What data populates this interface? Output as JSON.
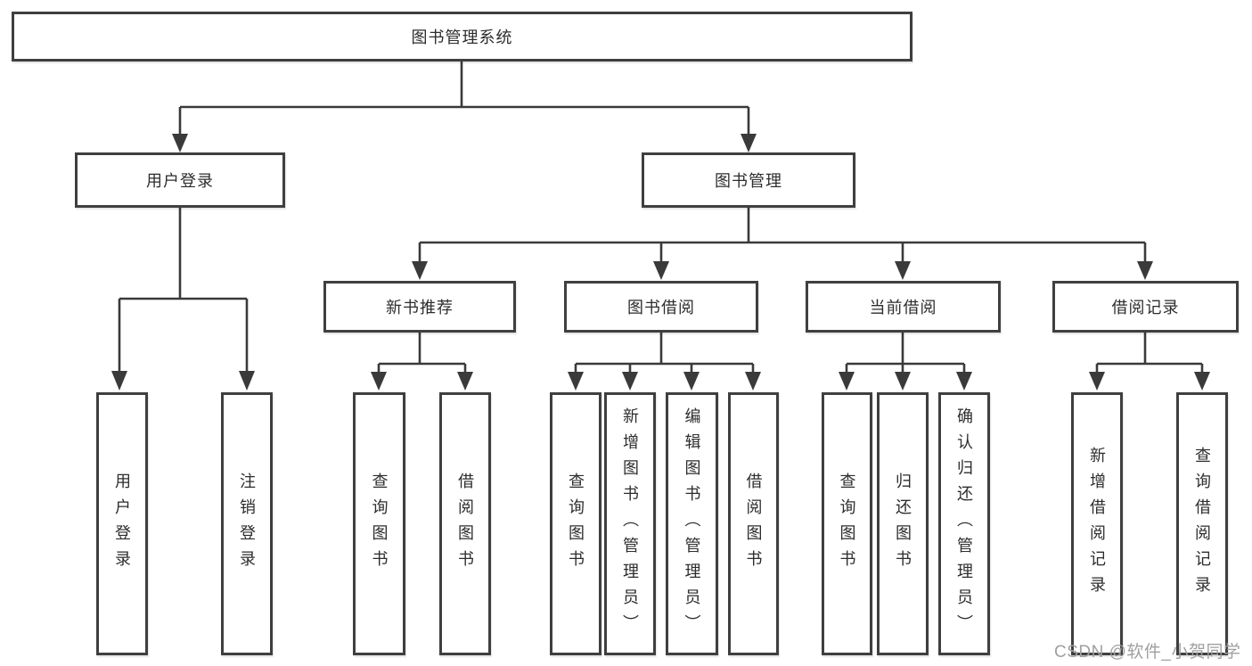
{
  "title": "图书管理系统",
  "nodes": {
    "root": "图书管理系统",
    "l2": [
      "用户登录",
      "图书管理"
    ],
    "l3": [
      "新书推荐",
      "图书借阅",
      "当前借阅",
      "借阅记录"
    ],
    "leaves": [
      "用户登录",
      "注销登录",
      "查询图书",
      "借阅图书",
      "查询图书",
      "新增图书（管理员）",
      "编辑图书（管理员）",
      "借阅图书",
      "查询图书",
      "归还图书",
      "确认归还（管理员）",
      "新增借阅记录",
      "查询借阅记录"
    ]
  },
  "hierarchy": {
    "图书管理系统": {
      "用户登录": [
        "用户登录",
        "注销登录"
      ],
      "图书管理": {
        "新书推荐": [
          "查询图书",
          "借阅图书"
        ],
        "图书借阅": [
          "查询图书",
          "新增图书（管理员）",
          "编辑图书（管理员）",
          "借阅图书"
        ],
        "当前借阅": [
          "查询图书",
          "归还图书",
          "确认归还（管理员）"
        ],
        "借阅记录": [
          "新增借阅记录",
          "查询借阅记录"
        ]
      }
    }
  },
  "watermark": "CSDN @软件_小贺同学",
  "colors": {
    "line": "#3a3a3a",
    "border": "#3f3f3f",
    "text": "#2d2d2d",
    "watermark": "#a0a0a0",
    "background": "#ffffff"
  }
}
